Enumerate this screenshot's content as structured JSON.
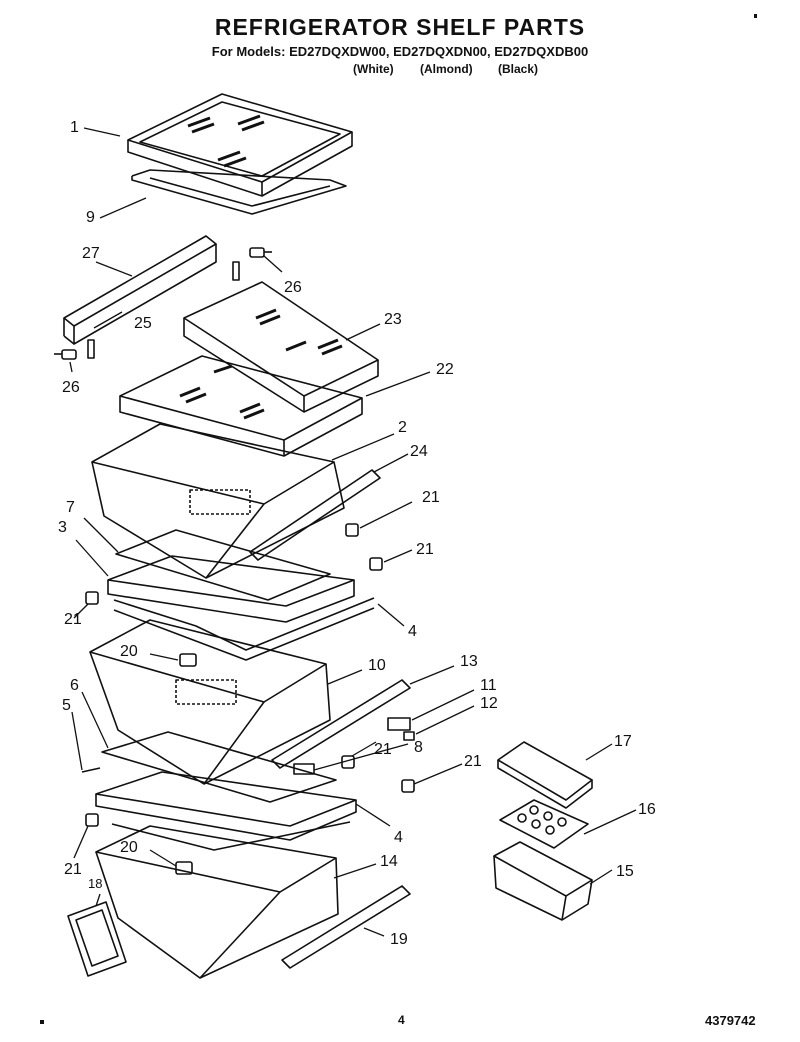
{
  "header": {
    "title": "REFRIGERATOR SHELF PARTS",
    "models_line": "For Models: ED27DQXDW00, ED27DQXDN00, ED27DQXDB00",
    "colors": [
      "(White)",
      "(Almond)",
      "(Black)"
    ]
  },
  "callouts": [
    "1",
    "9",
    "27",
    "26",
    "25",
    "23",
    "26",
    "22",
    "2",
    "24",
    "7",
    "21",
    "3",
    "21",
    "21",
    "4",
    "20",
    "13",
    "10",
    "6",
    "11",
    "5",
    "12",
    "21",
    "8",
    "17",
    "21",
    "4",
    "16",
    "20",
    "14",
    "21",
    "15",
    "18",
    "19"
  ],
  "footer": {
    "page_number": "4",
    "document_number": "4379742"
  }
}
